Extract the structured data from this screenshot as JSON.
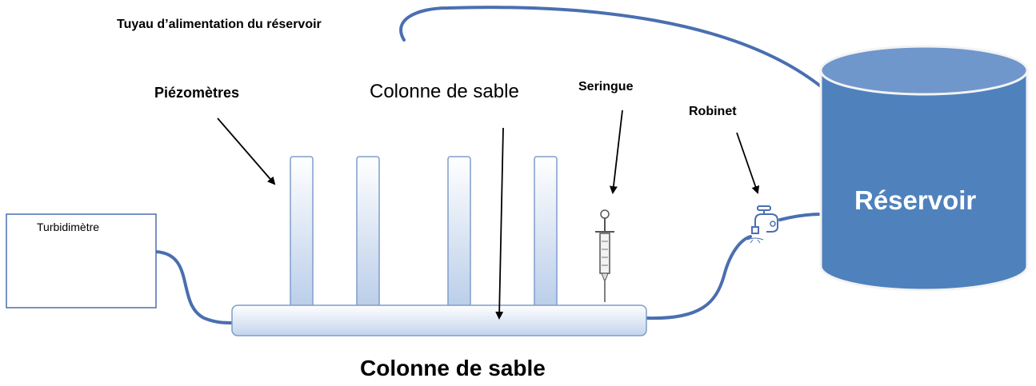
{
  "labels": {
    "supply_pipe": "Tuyau d’alimentation du réservoir",
    "piezometers": "Piézomètres",
    "column_heading": "Colonne de sable",
    "syringe": "Seringue",
    "tap": "Robinet",
    "reservoir": "Réservoir",
    "turbidimeter": "Turbidimètre",
    "caption": "Colonne de sable"
  },
  "icons": {
    "tap": "tap-icon",
    "syringe": "syringe-icon"
  },
  "colors": {
    "tube_stroke": "#4a6fb0",
    "reservoir_fill": "#4f81bd",
    "reservoir_top": "#6f97cc",
    "gradient_light": "#ffffff",
    "gradient_dark": "#b9cde9"
  }
}
